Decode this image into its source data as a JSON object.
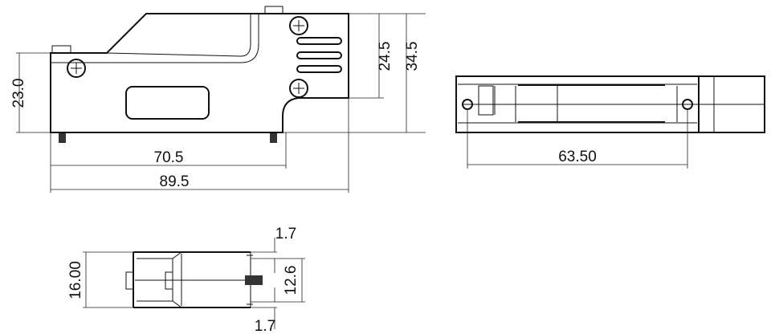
{
  "drawing": {
    "side_view": {
      "dimensions": {
        "height_body": "23.0",
        "height_top": "24.5",
        "height_total": "34.5",
        "length_inner": "70.5",
        "length_total": "89.5"
      }
    },
    "top_view": {
      "dimensions": {
        "hole_spacing": "63.50"
      }
    },
    "end_view": {
      "dimensions": {
        "width_total": "16.00",
        "inner": "12.6",
        "wall_top": "1.7",
        "wall_bottom": "1.7"
      }
    },
    "colors": {
      "line": "#111111",
      "background": "#ffffff"
    }
  }
}
